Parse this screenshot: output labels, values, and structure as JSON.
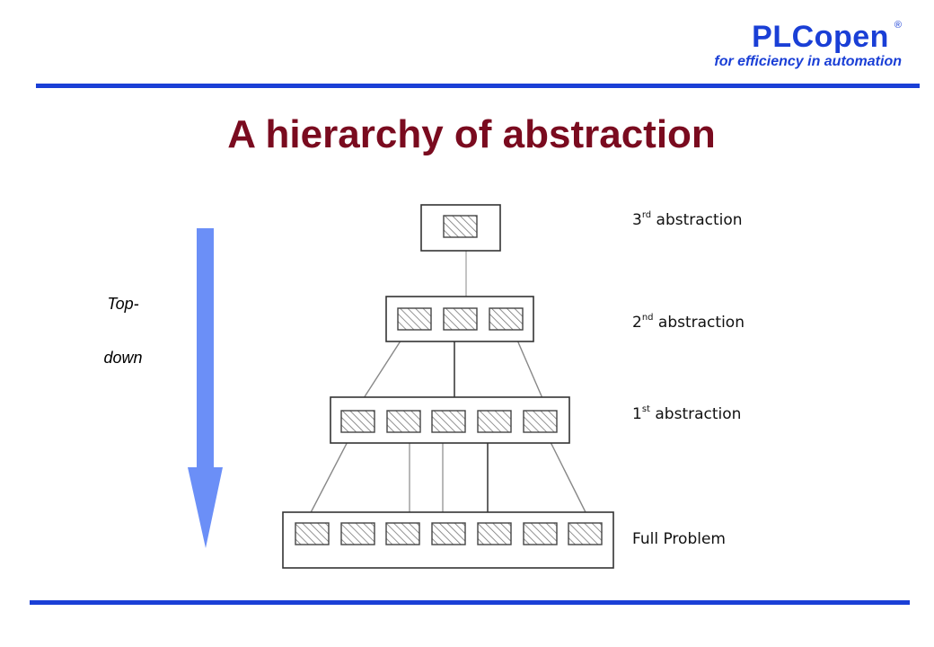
{
  "logo": {
    "name": "PLCopen",
    "registered": "®",
    "tagline": "for efficiency in automation"
  },
  "title": "A hierarchy of abstraction",
  "side_text": [
    "Top-",
    "down"
  ],
  "levels": [
    {
      "num": "3",
      "sup": "rd",
      "rest": " abstraction"
    },
    {
      "num": "2",
      "sup": "nd",
      "rest": " abstraction"
    },
    {
      "num": "1",
      "sup": "st",
      "rest": " abstraction"
    },
    {
      "num": "",
      "sup": "",
      "rest": "Full Problem"
    }
  ],
  "colors": {
    "brand": "#1a3fd6",
    "title": "#7a0b1f",
    "arrow": "#6b8ff7"
  }
}
